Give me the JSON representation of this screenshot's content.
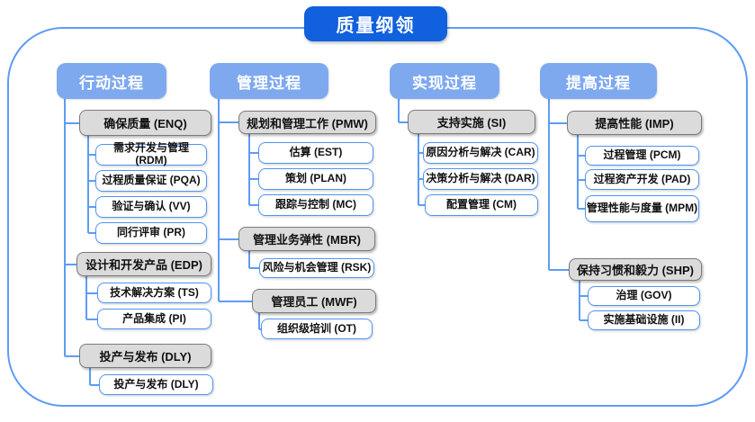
{
  "title": "质量纲领",
  "colors": {
    "title_bg": "#1160DD",
    "header_bg": "#7EA9EF",
    "group_bg": "#DBDBDB",
    "group_border": "#7A7A7A",
    "leaf_border": "#4D94F5",
    "connector_line": "#5E9CF5",
    "outer_border": "#5E9CF5"
  },
  "columns": [
    {
      "header": "行动过程",
      "groups": [
        {
          "label": "确保质量 (ENQ)",
          "children": [
            "需求开发与管理 (RDM)",
            "过程质量保证 (PQA)",
            "验证与确认 (VV)",
            "同行评审 (PR)"
          ]
        },
        {
          "label": "设计和开发产品 (EDP)",
          "children": [
            "技术解决方案 (TS)",
            "产品集成 (PI)"
          ]
        },
        {
          "label": "投产与发布 (DLY)",
          "children": [
            "投产与发布 (DLY)"
          ]
        }
      ]
    },
    {
      "header": "管理过程",
      "groups": [
        {
          "label": "规划和管理工作 (PMW)",
          "children": [
            "估算 (EST)",
            "策划 (PLAN)",
            "跟踪与控制 (MC)"
          ]
        },
        {
          "label": "管理业务弹性 (MBR)",
          "children": [
            "风险与机会管理 (RSK)"
          ]
        },
        {
          "label": "管理员工 (MWF)",
          "children": [
            "组织级培训 (OT)"
          ]
        }
      ]
    },
    {
      "header": "实现过程",
      "groups": [
        {
          "label": "支持实施 (SI)",
          "children": [
            "原因分析与解决 (CAR)",
            "决策分析与解决 (DAR)",
            "配置管理 (CM)"
          ]
        }
      ]
    },
    {
      "header": "提高过程",
      "groups": [
        {
          "label": "提高性能 (IMP)",
          "children": [
            "过程管理 (PCM)",
            "过程资产开发 (PAD)",
            "管理性能与度量 (MPM)"
          ]
        },
        {
          "label": "保持习惯和毅力 (SHP)",
          "children": [
            "治理 (GOV)",
            "实施基础设施 (II)"
          ]
        }
      ]
    }
  ]
}
